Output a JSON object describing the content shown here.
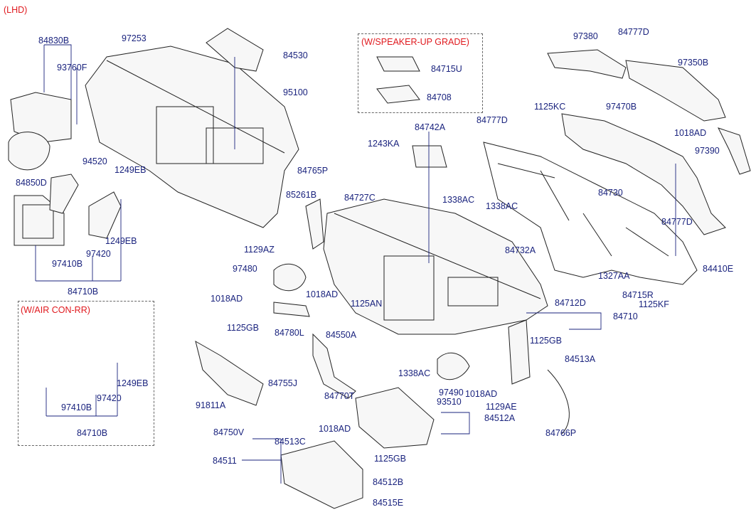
{
  "header": {
    "variant_tag": "(LHD)"
  },
  "boxes": {
    "speaker_title": "(W/SPEAKER-UP GRADE)",
    "aircon_title": "(W/AIR CON-RR)"
  },
  "callouts": [
    "84830B",
    "93760F",
    "84850D",
    "97253",
    "84530",
    "95100",
    "84715U",
    "84708",
    "97380",
    "84777D",
    "97350B",
    "1125KC",
    "97470B",
    "1018AD",
    "97390",
    "84742A",
    "1243KA",
    "84777D",
    "84727C",
    "1338AC",
    "84765P",
    "85261B",
    "84730",
    "1338AC",
    "84777D",
    "84732A",
    "94520",
    "1249EB",
    "97420",
    "1249EB",
    "97410B",
    "84710B",
    "1129AZ",
    "97480",
    "1018AD",
    "1018AD",
    "1125AN",
    "84780L",
    "1327AA",
    "84715R",
    "1125KF",
    "84410E",
    "84712D",
    "84710",
    "1125GB",
    "84550A",
    "1338AC",
    "1125GB",
    "84513A",
    "84755J",
    "84770T",
    "97490",
    "1018AD",
    "91811A",
    "93510",
    "1129AE",
    "84750V",
    "84512A",
    "84766P",
    "1018AD",
    "84513C",
    "1125GB",
    "84511",
    "84512B",
    "84515E",
    "1249EB",
    "97410B",
    "97420",
    "84710B"
  ]
}
